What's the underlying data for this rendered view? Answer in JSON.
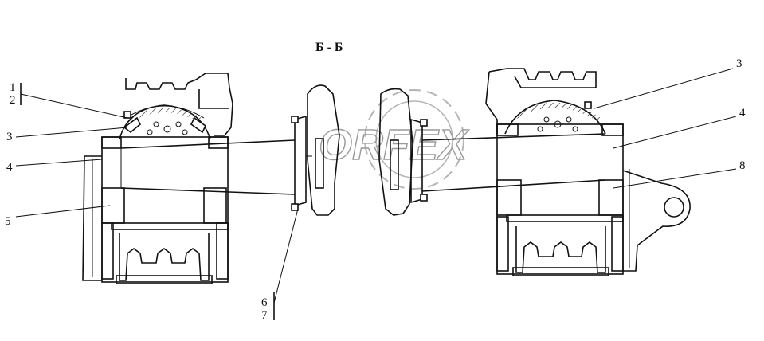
{
  "section_title": "Б - Б",
  "watermark_text": "ORFEX",
  "callouts": {
    "l1": "1",
    "l2": "2",
    "l3": "3",
    "l4": "4",
    "l5": "5",
    "l6": "6",
    "l7": "7",
    "r3": "3",
    "r4": "4",
    "r8": "8"
  }
}
